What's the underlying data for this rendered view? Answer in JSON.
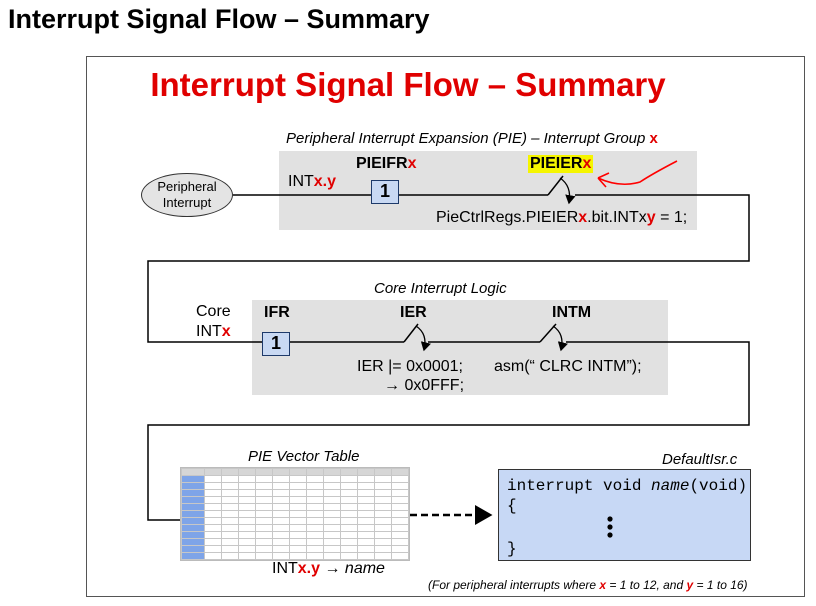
{
  "page_title": "Interrupt Signal Flow – Summary",
  "slide_title": "Interrupt Signal Flow – Summary",
  "pie": {
    "section_label_pre": "Peripheral Interrupt Expansion (PIE) – Interrupt Group",
    "section_label_var": "x",
    "flag_reg": "PIEIFR",
    "flag_reg_var": "x",
    "enable_reg": "PIEIER",
    "enable_reg_var": "x",
    "int_label": "INT",
    "int_label_var": "x.y",
    "flag_value": "1",
    "code_pre": "PieCtrlRegs.PIEIER",
    "code_x": "x",
    "code_mid": ".bit.INTx",
    "code_y": "y",
    "code_post": " = 1;"
  },
  "peripheral": {
    "line1": "Peripheral",
    "line2": "Interrupt"
  },
  "core": {
    "section_label": "Core Interrupt Logic",
    "core_line1": "Core",
    "core_line2": "INT",
    "core_line2_var": "x",
    "ifr": "IFR",
    "ier": "IER",
    "intm": "INTM",
    "flag_value": "1",
    "ier_code1": "IER |= 0x0001;",
    "ier_code2": "→ 0x0FFF;",
    "intm_code": "asm(“ CLRC INTM”);"
  },
  "vector": {
    "section_label": "PIE Vector Table",
    "map_pre": "INT",
    "map_var": "x.y",
    "map_arrow": " → ",
    "map_name": "name"
  },
  "isr": {
    "file_label": "DefaultIsr.c",
    "code_line1_pre": "interrupt void ",
    "code_line1_name": "name",
    "code_line1_post": "(void)",
    "open_brace": "{",
    "close_brace": "}"
  },
  "footnote": {
    "pre": "(For peripheral interrupts where ",
    "x": "x",
    "mid1": " = 1 to 12, and ",
    "y": "y",
    "post": " = 1 to 16)"
  },
  "colors": {
    "title_red": "#e00000",
    "gray_panel": "#e1e1e1",
    "blue_box": "#c9d9f3",
    "highlight": "#f5f500",
    "annotation_red": "#ff0000"
  }
}
